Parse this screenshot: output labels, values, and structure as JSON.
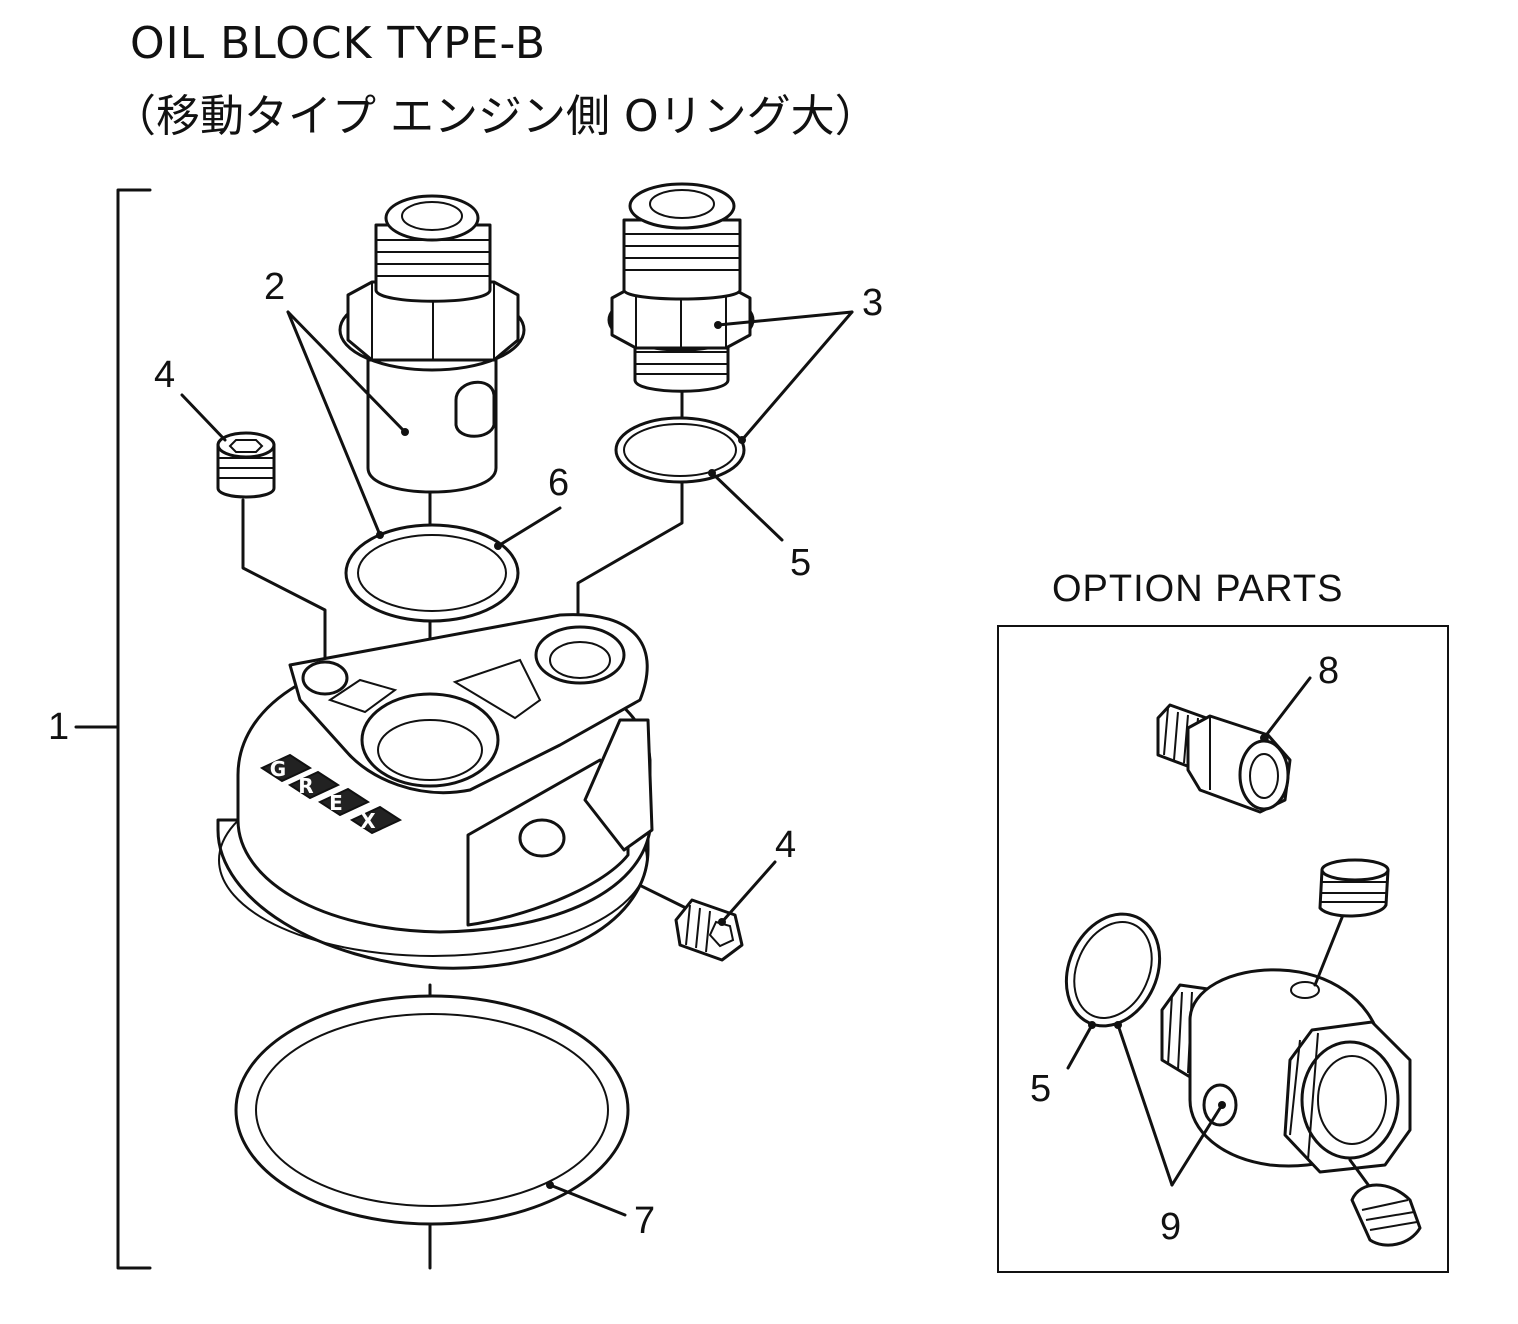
{
  "title": {
    "line1": "OIL BLOCK TYPE-B",
    "line2": "（移動タイプ エンジン側 Oリング大）"
  },
  "option_parts": {
    "label": "OPTION PARTS"
  },
  "logo_letters": [
    "G",
    "R",
    "E",
    "X"
  ],
  "callouts": {
    "c1": "1",
    "c2": "2",
    "c3": "3",
    "c4_top": "4",
    "c4_bottom": "4",
    "c5_main": "5",
    "c5_option": "5",
    "c6": "6",
    "c7": "7",
    "c8": "8",
    "c9": "9"
  }
}
